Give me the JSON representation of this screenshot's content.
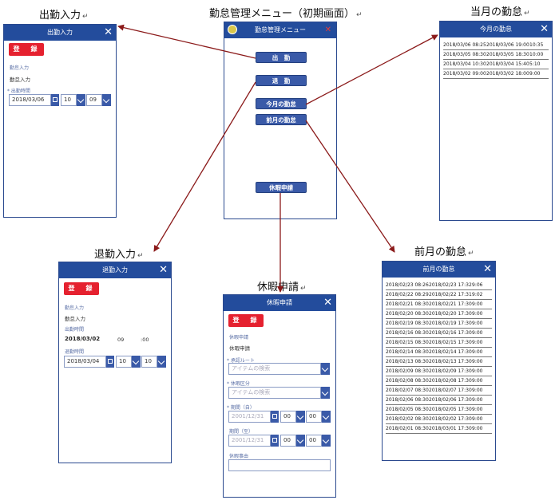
{
  "captions": {
    "shukkin": "出勤入力",
    "menu": "勤怠管理メニュー（初期画面）",
    "thismonth": "当月の勤怠",
    "taikin": "退勤入力",
    "kyuka": "休暇申請",
    "lastmonth": "前月の勤怠",
    "mark": "↵"
  },
  "menu": {
    "title": "勤怠管理メニュー",
    "close_icon": "✕",
    "buttons": [
      "出　勤",
      "退　勤",
      "今月の勤怠",
      "前月の勤怠",
      "休暇申請"
    ]
  },
  "shukkin_panel": {
    "title": "出勤入力",
    "register": "登　録",
    "label_input": "勤怠入力",
    "value_input": "勤怠入力",
    "label_time": "出勤時間",
    "date": "2018/03/06",
    "hour": "10",
    "minute": "09"
  },
  "taikin_panel": {
    "title": "退勤入力",
    "register": "登　録",
    "label_input": "勤怠入力",
    "value_input": "勤怠入力",
    "label_in": "出勤時間",
    "in_date": "2018/03/02",
    "in_hour": "09",
    "in_minute": ":00",
    "label_out": "退勤時間",
    "out_date": "2018/03/04",
    "out_hour": "10",
    "out_minute": "10"
  },
  "kyuka_panel": {
    "title": "休暇申請",
    "register": "登　録",
    "label_type": "休暇申請",
    "value_type": "休暇申請",
    "label_route": "承認ルート",
    "route_placeholder": "アイテムの検索",
    "label_kind": "休暇区分",
    "kind_placeholder": "アイテムの検索",
    "label_from": "期間（自）",
    "from_date": "2001/12/31",
    "from_hour": "00",
    "from_minute": "00",
    "label_to": "期間（至）",
    "to_date": "2001/12/31",
    "to_hour": "00",
    "to_minute": "00",
    "label_reason": "休暇事由"
  },
  "thismonth_panel": {
    "title": "今月の勤怠",
    "rows": [
      [
        "2018/03/06 08:25",
        "2018/03/06 19:00",
        "10:35"
      ],
      [
        "2018/03/05 08:30",
        "2018/03/05 18:30",
        "10:00"
      ],
      [
        "2018/03/04 10:30",
        "2018/03/04 15:40",
        "5:10"
      ],
      [
        "2018/03/02 09:00",
        "2018/03/02 18:00",
        "9:00"
      ]
    ]
  },
  "lastmonth_panel": {
    "title": "前月の勤怠",
    "rows": [
      [
        "2018/02/23 08:26",
        "2018/02/23 17:32",
        "9:06"
      ],
      [
        "2018/02/22 08:29",
        "2018/02/22 17:31",
        "9:02"
      ],
      [
        "2018/02/21 08:30",
        "2018/02/21 17:30",
        "9:00"
      ],
      [
        "2018/02/20 08:30",
        "2018/02/20 17:30",
        "9:00"
      ],
      [
        "2018/02/19 08:30",
        "2018/02/19 17:30",
        "9:00"
      ],
      [
        "2018/02/16 08:30",
        "2018/02/16 17:30",
        "9:00"
      ],
      [
        "2018/02/15 08:30",
        "2018/02/15 17:30",
        "9:00"
      ],
      [
        "2018/02/14 08:30",
        "2018/02/14 17:30",
        "9:00"
      ],
      [
        "2018/02/13 08:30",
        "2018/02/13 17:30",
        "9:00"
      ],
      [
        "2018/02/09 08:30",
        "2018/02/09 17:30",
        "9:00"
      ],
      [
        "2018/02/08 08:30",
        "2018/02/08 17:30",
        "9:00"
      ],
      [
        "2018/02/07 08:30",
        "2018/02/07 17:30",
        "9:00"
      ],
      [
        "2018/02/06 08:30",
        "2018/02/06 17:30",
        "9:00"
      ],
      [
        "2018/02/05 08:30",
        "2018/02/05 17:30",
        "9:00"
      ],
      [
        "2018/02/02 08:30",
        "2018/02/02 17:30",
        "9:00"
      ],
      [
        "2018/02/01 08:30",
        "2018/03/01 17:30",
        "9:00"
      ]
    ]
  },
  "colors": {
    "header": "#234c9c",
    "button": "#3a5aa8",
    "register": "#e5212f",
    "arrow": "#8b1a1a"
  }
}
